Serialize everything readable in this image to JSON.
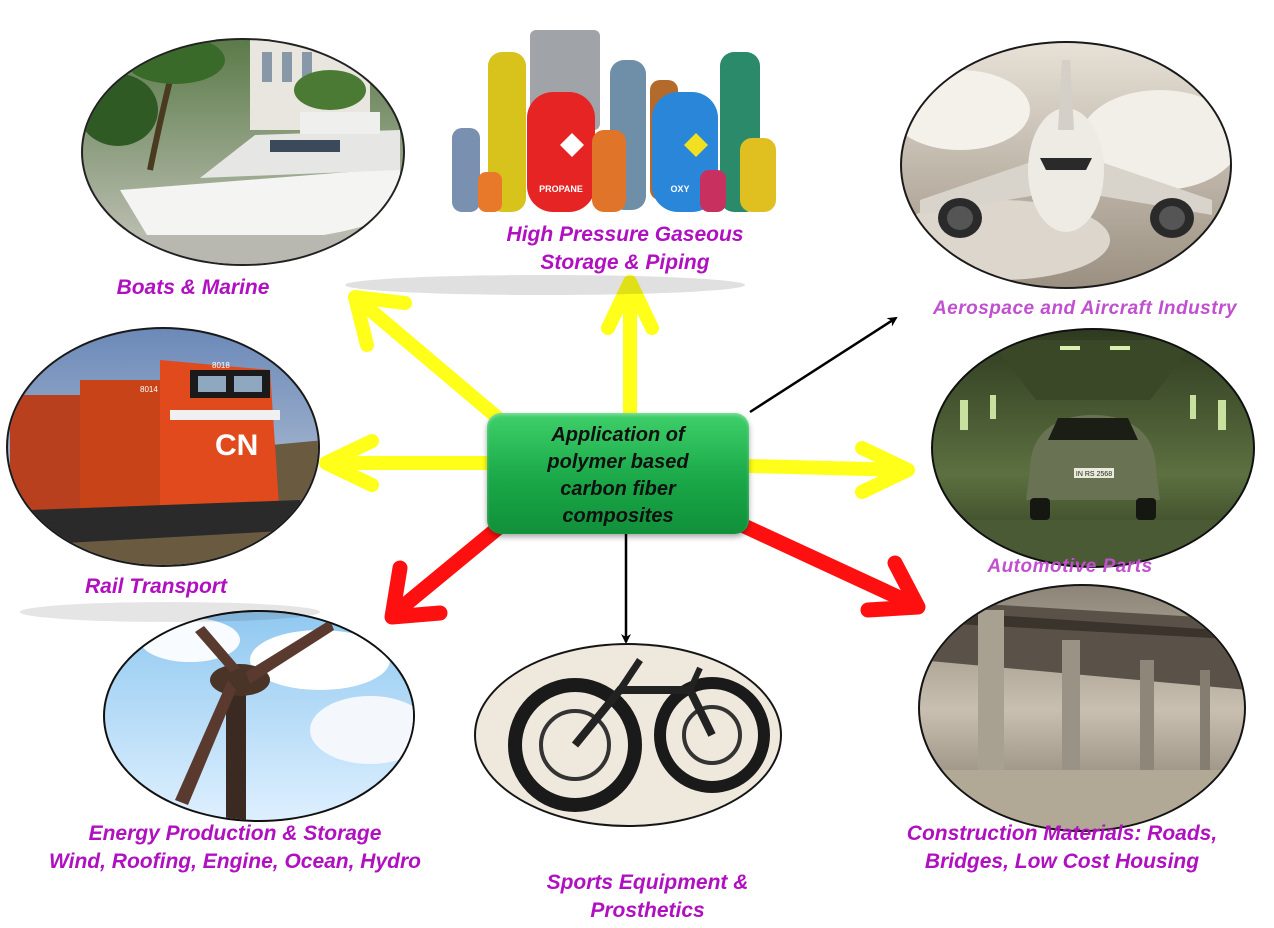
{
  "center": {
    "lines": [
      "Application of",
      "polymer based",
      "carbon fiber",
      "composites"
    ],
    "color": "#1aa848"
  },
  "applications": {
    "gas_storage": {
      "lines": [
        "High Pressure Gaseous",
        "Storage & Piping"
      ],
      "cylinder_text": [
        "PROPANE",
        "OXY"
      ]
    },
    "boats": {
      "lines": [
        "Boats & Marine"
      ]
    },
    "aerospace": {
      "lines": [
        "Aerospace and Aircraft Industry"
      ]
    },
    "rail": {
      "lines": [
        "Rail Transport"
      ],
      "loco_text": [
        "CN",
        "8014",
        "8018"
      ]
    },
    "automotive": {
      "lines": [
        "Automotive Parts"
      ],
      "plate_text": "IN RS 2568"
    },
    "energy": {
      "lines": [
        "Energy Production & Storage",
        "Wind, Roofing, Engine, Ocean, Hydro"
      ]
    },
    "sports": {
      "lines": [
        "Sports Equipment &",
        "Prosthetics"
      ]
    },
    "construction": {
      "lines": [
        "Construction Materials: Roads,",
        "Bridges, Low Cost Housing"
      ]
    }
  },
  "colors": {
    "label": "#b010c0",
    "arrow_yellow": "#ffff1a",
    "arrow_red": "#ff1010",
    "arrow_black": "#000000"
  }
}
